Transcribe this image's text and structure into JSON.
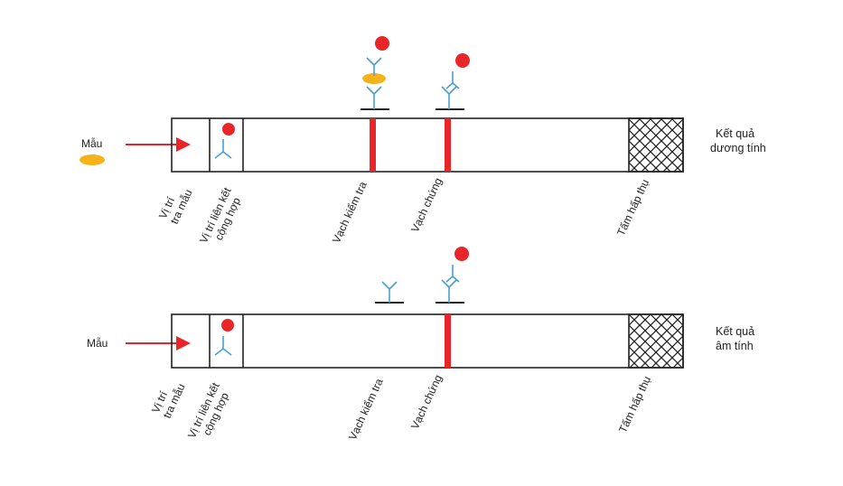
{
  "colors": {
    "red": "#e8262a",
    "blue": "#4a9fd0",
    "yellow": "#f5b21b",
    "outline": "#222222"
  },
  "icons": [
    "arrow-icon",
    "antibody-icon",
    "gold-conjugate-icon",
    "antigen-icon",
    "mesh-pattern-icon"
  ],
  "positive": {
    "sample_label": "Mẫu",
    "result": [
      "Kết quả",
      "dương tính"
    ],
    "labels": {
      "sample_pad": [
        "Vị trí",
        "tra mẫu"
      ],
      "conjugate_pad": [
        "Vị trí liên kết",
        "cộng hợp"
      ],
      "test_line": "Vạch kiểm tra",
      "control_line": "Vạch chứng",
      "absorbent_pad": "Tấm hấp thụ"
    }
  },
  "negative": {
    "sample_label": "Mẫu",
    "result": [
      "Kết quả",
      "âm tính"
    ],
    "labels": {
      "sample_pad": [
        "Vị trí",
        "tra mẫu"
      ],
      "conjugate_pad": [
        "Vị trí liên kết",
        "cộng hợp"
      ],
      "test_line": "Vạch kiểm tra",
      "control_line": "Vạch chứng",
      "absorbent_pad": "Tấm hấp thụ"
    }
  }
}
